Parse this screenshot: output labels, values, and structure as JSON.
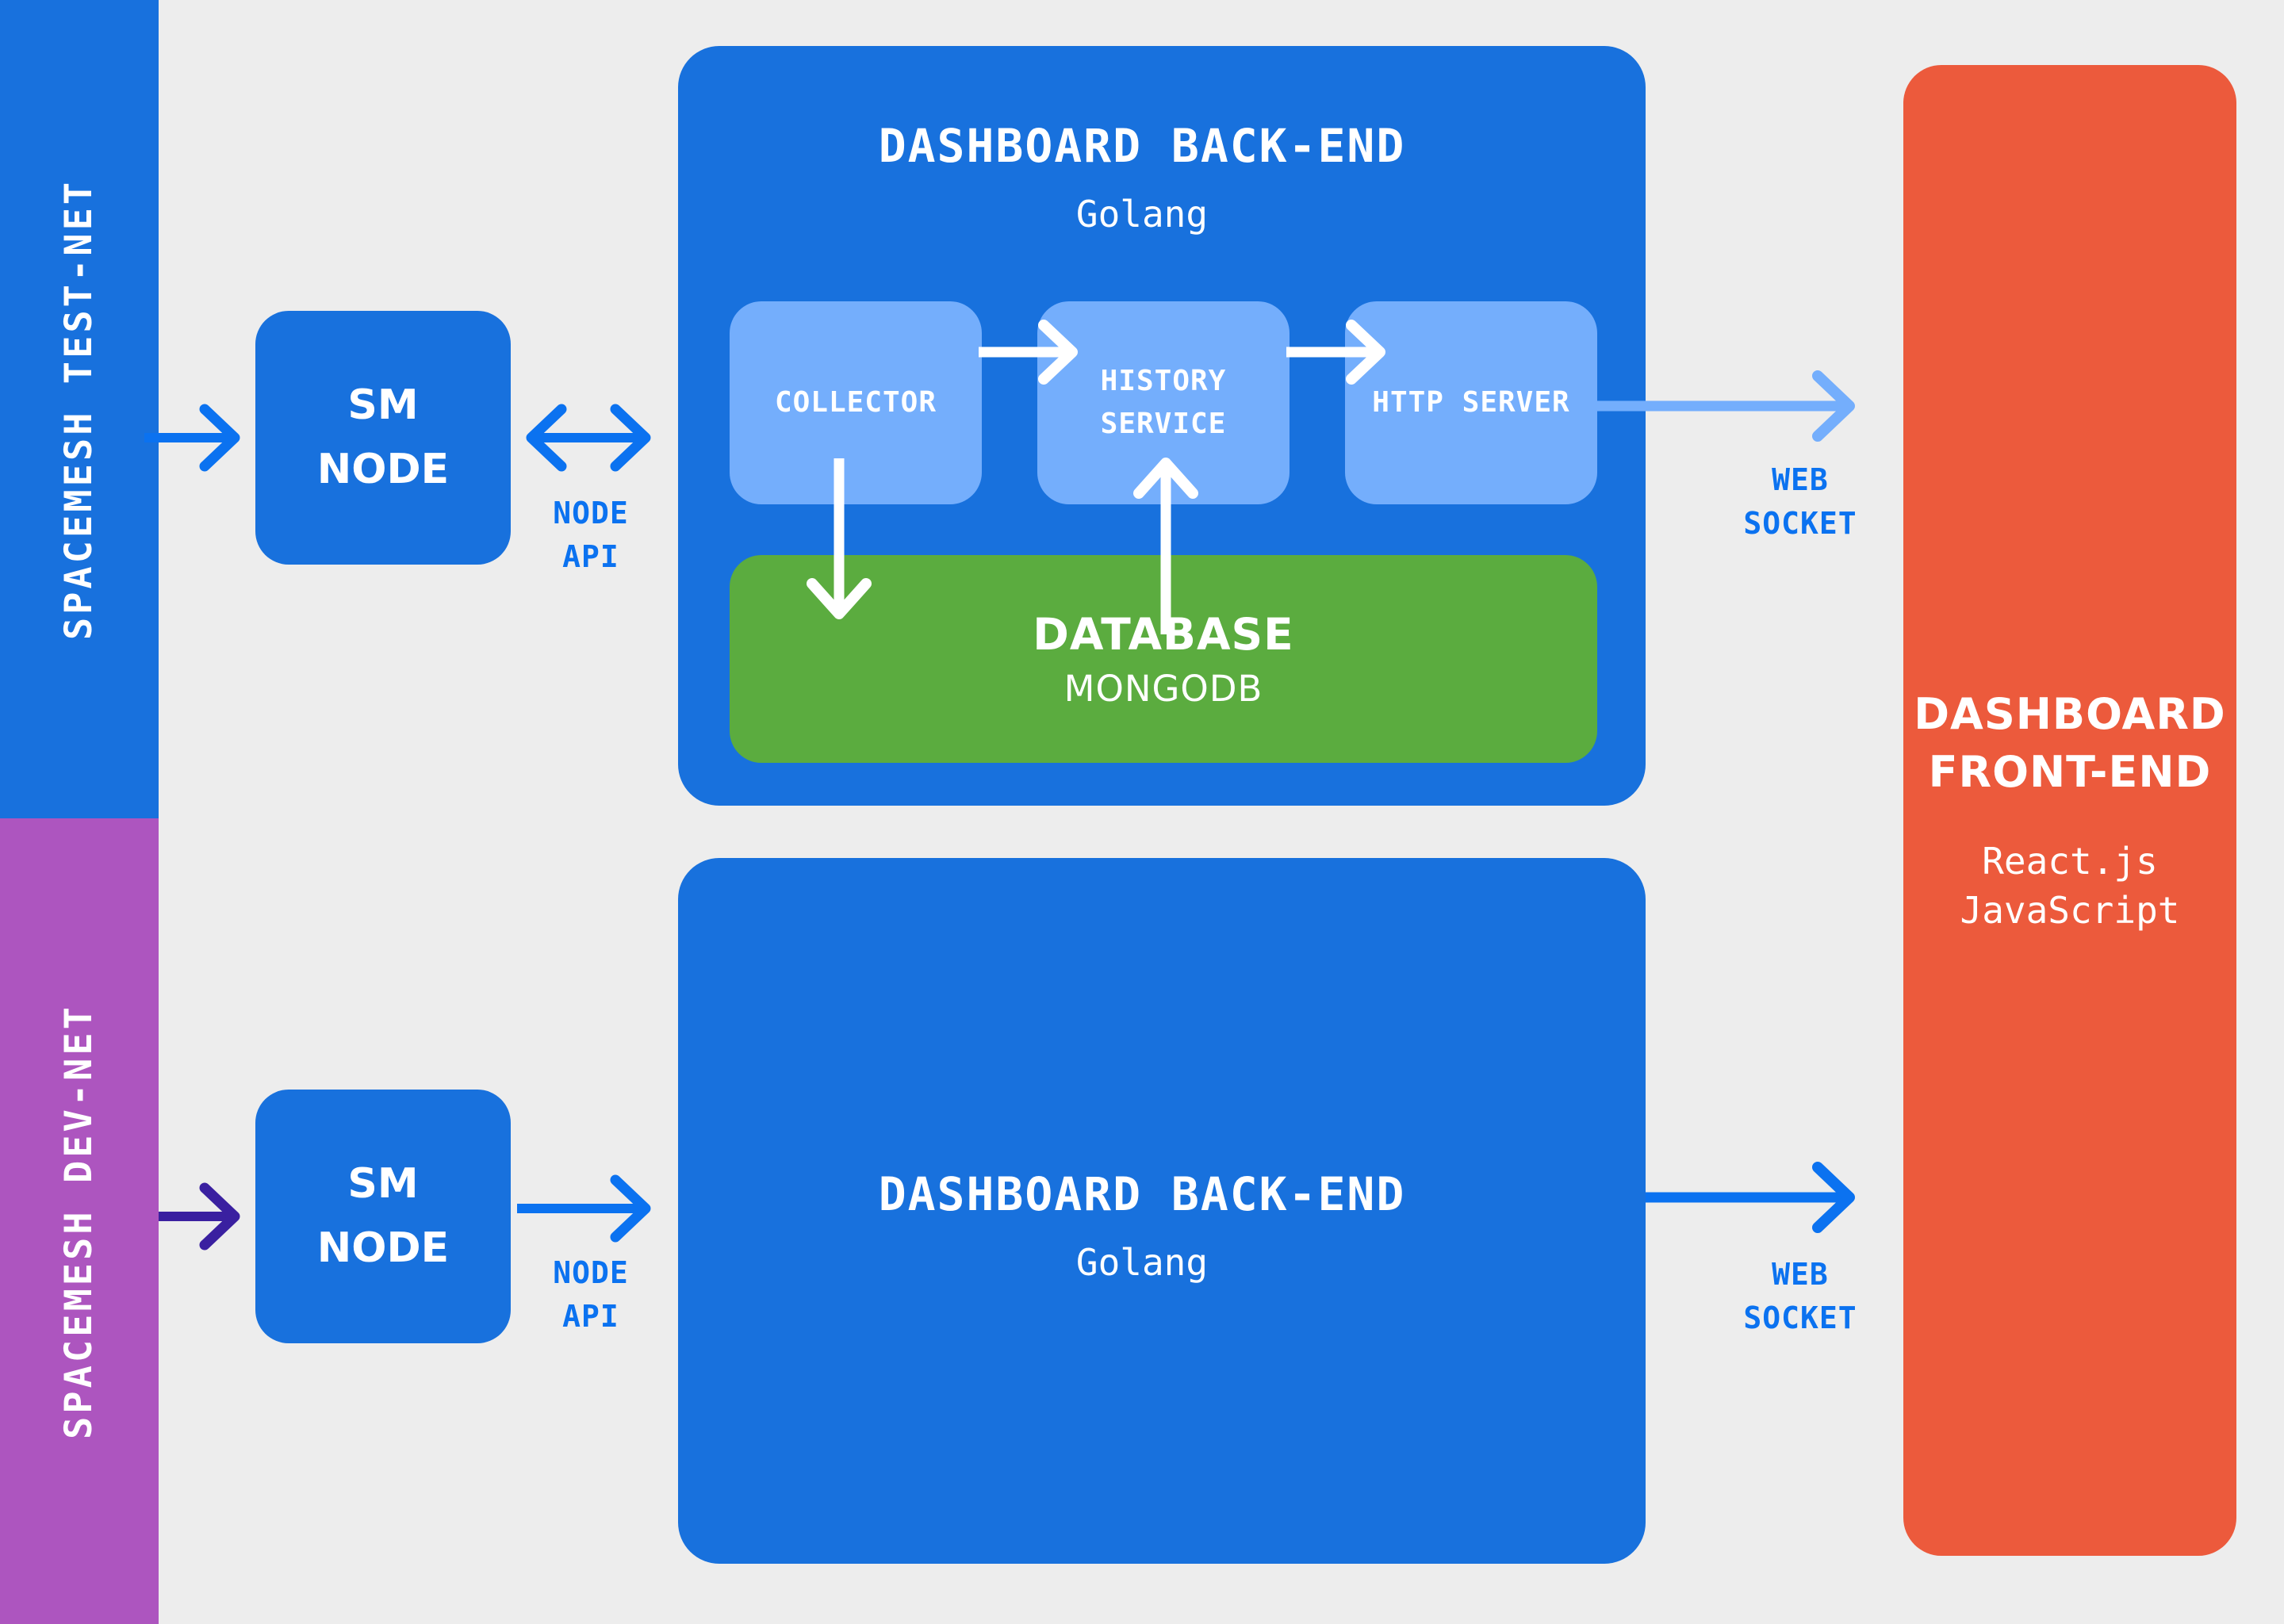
{
  "diagram": {
    "title": "Spacemesh Dashboard Architecture",
    "background_color": "#ededed"
  },
  "rails": [
    {
      "id": "testnet",
      "label": "SPACEMESH TEST-NET",
      "color": "#1871dd"
    },
    {
      "id": "devnet",
      "label": "SPACEMESH DEV-NET",
      "color": "#ad55bf"
    }
  ],
  "nodes": {
    "sm_node_testnet": {
      "line1": "SM",
      "line2": "NODE",
      "color": "#1871dd"
    },
    "sm_node_devnet": {
      "line1": "SM",
      "line2": "NODE",
      "color": "#1871dd"
    }
  },
  "backend_testnet": {
    "title": "DASHBOARD BACK-END",
    "subtitle": "Golang",
    "color": "#1871dd",
    "services": [
      {
        "id": "collector",
        "label": "COLLECTOR",
        "color": "#74aefc"
      },
      {
        "id": "history",
        "label": "HISTORY\nSERVICE",
        "color": "#74aefc"
      },
      {
        "id": "http",
        "label": "HTTP\nSERVER",
        "color": "#74aefc"
      }
    ],
    "database": {
      "title": "DATABASE",
      "subtitle": "MONGODB",
      "color": "#5bac3f"
    }
  },
  "backend_devnet": {
    "title": "DASHBOARD BACK-END",
    "subtitle": "Golang",
    "color": "#1871dd"
  },
  "frontend": {
    "title": "DASHBOARD\nFRONT-END",
    "subtitle": "React.js\nJavaScript",
    "color": "#ec5a3c"
  },
  "connectors": {
    "node_api_top": {
      "label": "NODE\nAPI",
      "color": "#0b72f0",
      "arrow": "bidirectional"
    },
    "node_api_bottom": {
      "label": "NODE\nAPI",
      "color": "#0b72f0",
      "arrow": "right"
    },
    "web_socket_top": {
      "label": "WEB\nSOCKET",
      "label_color": "#0b72f0",
      "arrow_color": "#74aefc",
      "arrow": "right"
    },
    "web_socket_bottom": {
      "label": "WEB\nSOCKET",
      "label_color": "#0b72f0",
      "arrow_color": "#0b72f0",
      "arrow": "right"
    },
    "rail_to_node_testnet": {
      "color": "#0b72f0",
      "arrow": "right"
    },
    "rail_to_node_devnet": {
      "color": "#3a20a0",
      "arrow": "right"
    },
    "collector_to_history": {
      "color": "#ffffff",
      "arrow": "right"
    },
    "history_to_http": {
      "color": "#ffffff",
      "arrow": "right"
    },
    "collector_to_db": {
      "color": "#ffffff",
      "arrow": "down"
    },
    "db_to_history": {
      "color": "#ffffff",
      "arrow": "up"
    }
  }
}
